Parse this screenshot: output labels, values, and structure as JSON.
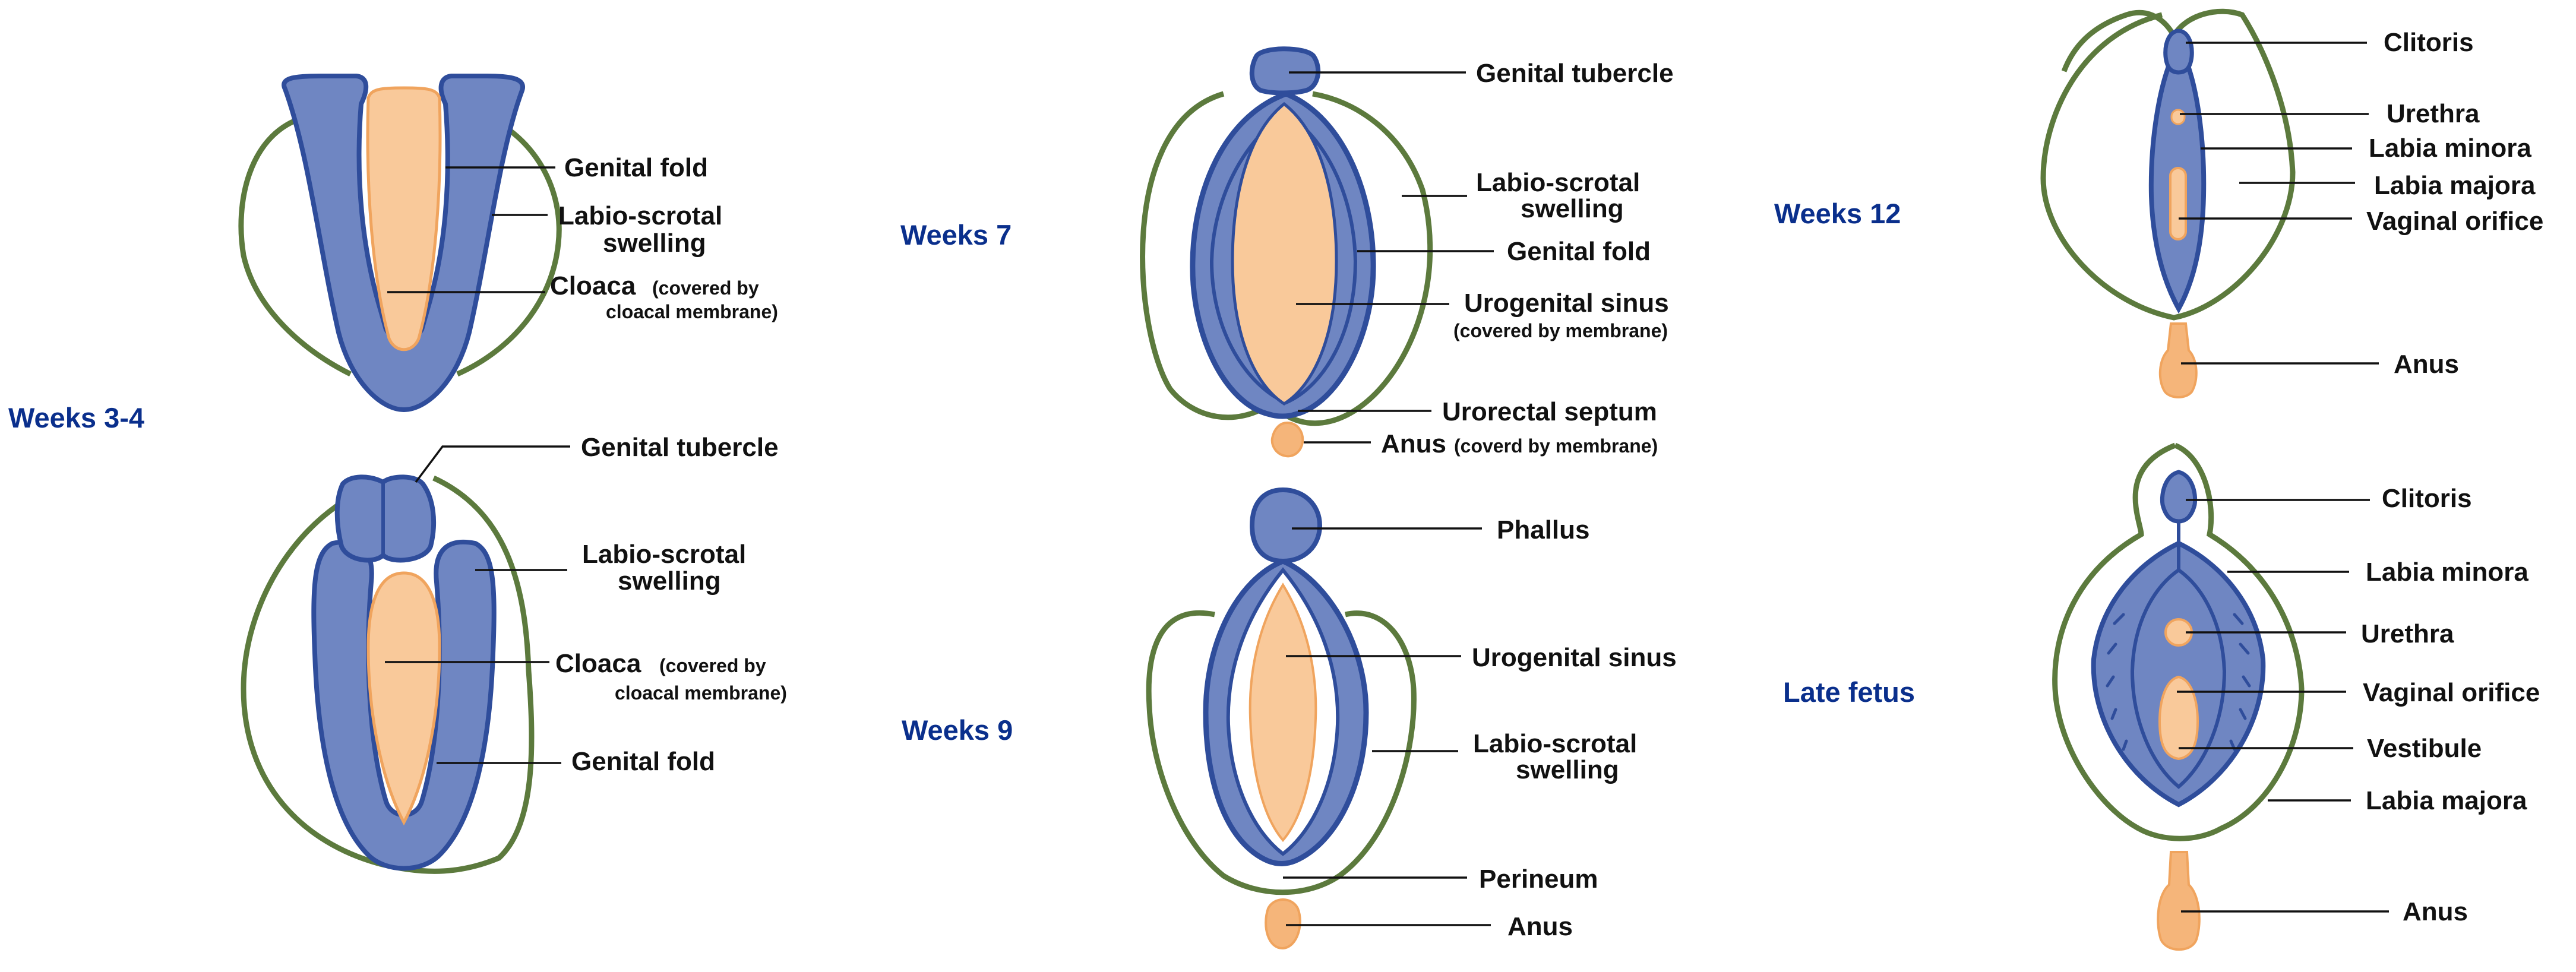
{
  "colors": {
    "outline_green": "#5c7a3d",
    "fold_blue": "#6f86c2",
    "fold_stroke": "#2f4d9b",
    "sinus_peach": "#f9c99a",
    "anus_orange": "#f5b57a",
    "stage_text": "#0a2f8c"
  },
  "stages": {
    "weeks_3_4": "Weeks 3-4",
    "weeks_7": "Weeks 7",
    "weeks_9": "Weeks 9",
    "weeks_12": "Weeks 12",
    "late_fetus": "Late fetus"
  },
  "w34_top": {
    "genital_fold": "Genital fold",
    "labio_scrotal_1": "Labio-scrotal",
    "labio_scrotal_2": "swelling",
    "cloaca": "Cloaca",
    "cloaca_note_1": "(covered by",
    "cloaca_note_2": "cloacal membrane)"
  },
  "w34_bottom": {
    "genital_tubercle": "Genital tubercle",
    "labio_scrotal_1": "Labio-scrotal",
    "labio_scrotal_2": "swelling",
    "cloaca": "Cloaca",
    "cloaca_note_1": "(covered by",
    "cloaca_note_2": "cloacal membrane)",
    "genital_fold": "Genital fold"
  },
  "w7": {
    "genital_tubercle": "Genital tubercle",
    "labio_scrotal_1": "Labio-scrotal",
    "labio_scrotal_2": "swelling",
    "genital_fold": "Genital fold",
    "urogenital_sinus": "Urogenital sinus",
    "urogenital_note": "(covered by membrane)",
    "urorectal_septum": "Urorectal septum",
    "anus": "Anus",
    "anus_note": "(coverd by membrane)"
  },
  "w9": {
    "phallus": "Phallus",
    "urogenital_sinus": "Urogenital sinus",
    "labio_scrotal_1": "Labio-scrotal",
    "labio_scrotal_2": "swelling",
    "perineum": "Perineum",
    "anus": "Anus"
  },
  "w12": {
    "clitoris": "Clitoris",
    "urethra": "Urethra",
    "labia_minora": "Labia minora",
    "labia_majora": "Labia majora",
    "vaginal_orifice": "Vaginal orifice",
    "anus": "Anus"
  },
  "late": {
    "clitoris": "Clitoris",
    "labia_minora": "Labia minora",
    "urethra": "Urethra",
    "vaginal_orifice": "Vaginal orifice",
    "vestibule": "Vestibule",
    "labia_majora": "Labia majora",
    "anus": "Anus"
  }
}
